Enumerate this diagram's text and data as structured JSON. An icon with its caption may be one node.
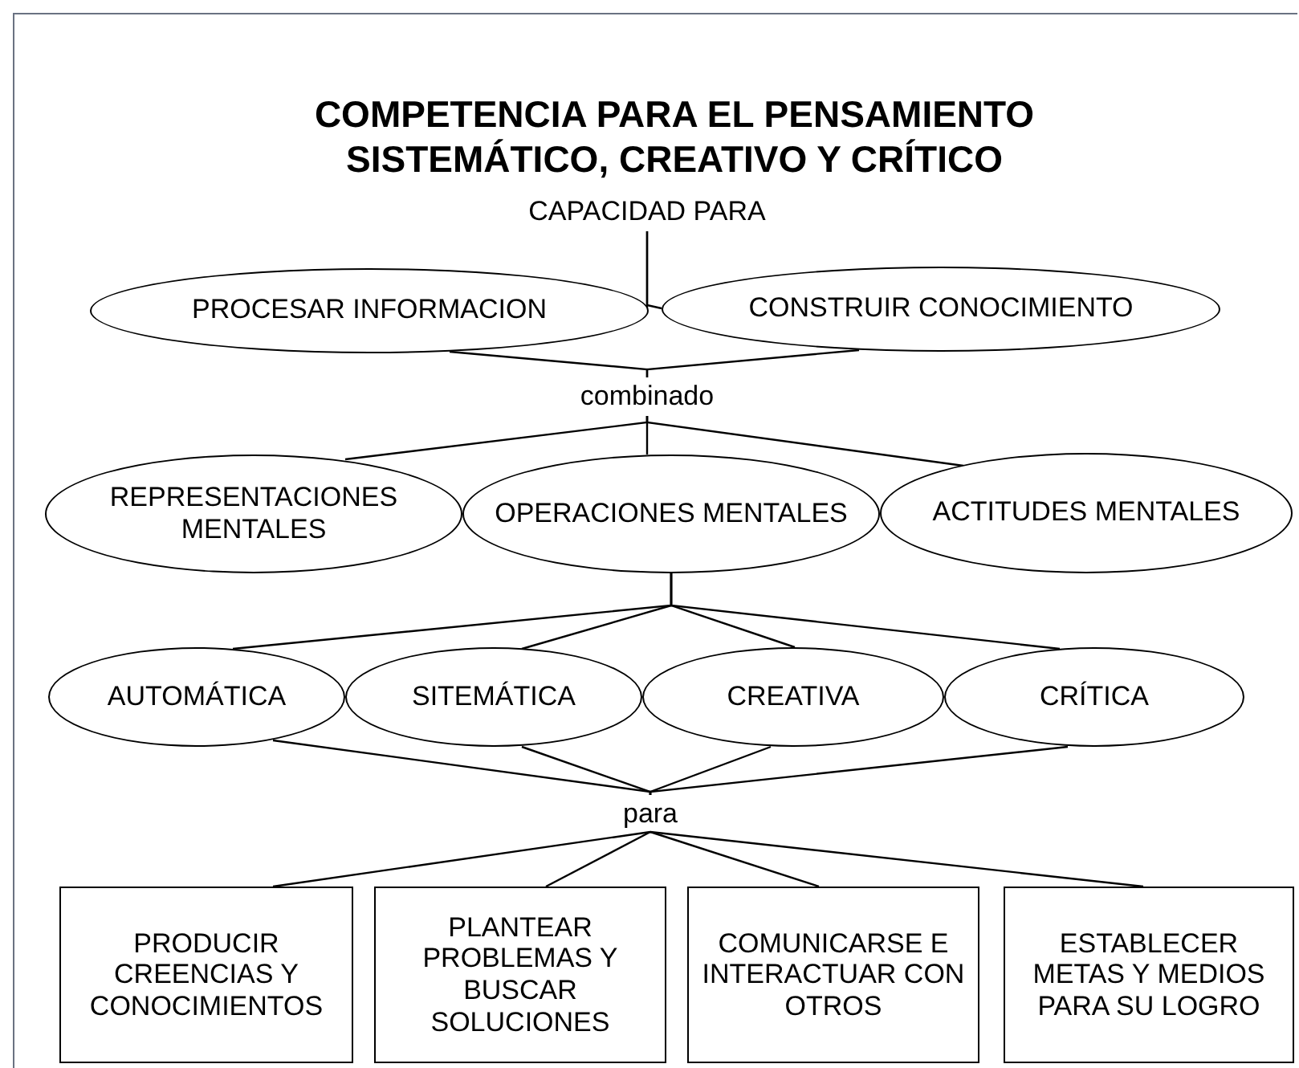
{
  "diagram": {
    "title": "COMPETENCIA PARA EL PENSAMIENTO SISTEMÁTICO, CREATIVO Y CRÍTICO",
    "nodes": [
      {
        "text": [
          "CAPACIDAD PARA"
        ]
      },
      {
        "text": [
          "PROCESAR INFORMACION"
        ]
      },
      {
        "text": [
          "CONSTRUIR CONOCIMIENTO"
        ]
      },
      {
        "text": [
          "combinado"
        ]
      },
      {
        "text": [
          "REPRESENTACIONES MENTALES"
        ]
      },
      {
        "text": [
          "OPERACIONES MENTALES"
        ]
      },
      {
        "text": [
          "ACTITUDES MENTALES"
        ]
      },
      {
        "text": [
          "AUTOMÁTICA"
        ]
      },
      {
        "text": [
          "SITEMÁTICA"
        ]
      },
      {
        "text": [
          "CREATIVA"
        ]
      },
      {
        "text": [
          "CRÍTICA"
        ]
      },
      {
        "text": [
          "para"
        ]
      },
      {
        "text": [
          "PRODUCIR CREENCIAS Y CONOCIMIENTOS"
        ]
      },
      {
        "text": [
          "PLANTEAR PROBLEMAS Y BUSCAR SOLUCIONES"
        ]
      },
      {
        "text": [
          "COMUNICARSE E INTERACTUAR CON OTROS"
        ]
      },
      {
        "text": [
          "ESTABLECER METAS Y MEDIOS PARA SU LOGRO"
        ]
      }
    ],
    "edges": [
      {
        "from": 0,
        "to": 1,
        "arrow": "none"
      },
      {
        "from": 0,
        "to": 2,
        "arrow": "none"
      },
      {
        "from": 1,
        "to": 3,
        "arrow": "none"
      },
      {
        "from": 2,
        "to": 3,
        "arrow": "none"
      },
      {
        "from": 3,
        "to": 4,
        "arrow": "none"
      },
      {
        "from": 3,
        "to": 5,
        "arrow": "none"
      },
      {
        "from": 3,
        "to": 6,
        "arrow": "none"
      },
      {
        "from": 5,
        "to": 7,
        "arrow": "none"
      },
      {
        "from": 5,
        "to": 8,
        "arrow": "none"
      },
      {
        "from": 5,
        "to": 9,
        "arrow": "none"
      },
      {
        "from": 5,
        "to": 10,
        "arrow": "none"
      },
      {
        "from": 7,
        "to": 11,
        "arrow": "none"
      },
      {
        "from": 8,
        "to": 11,
        "arrow": "none"
      },
      {
        "from": 9,
        "to": 11,
        "arrow": "none"
      },
      {
        "from": 10,
        "to": 11,
        "arrow": "none"
      },
      {
        "from": 11,
        "to": 12,
        "arrow": "none"
      },
      {
        "from": 11,
        "to": 13,
        "arrow": "none"
      },
      {
        "from": 11,
        "to": 14,
        "arrow": "none"
      },
      {
        "from": 11,
        "to": 15,
        "arrow": "none"
      }
    ]
  }
}
